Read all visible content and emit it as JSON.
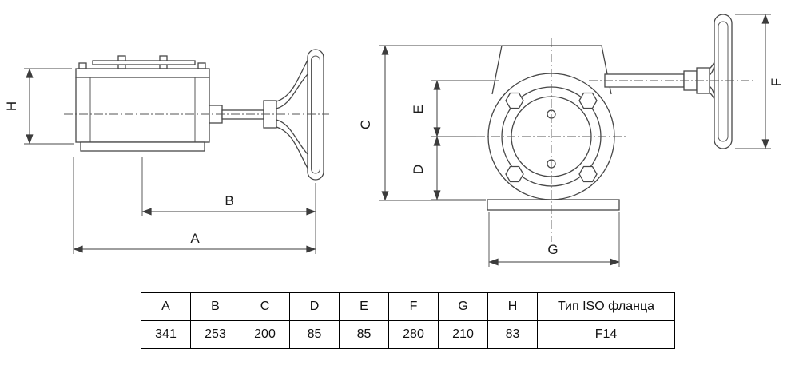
{
  "drawing": {
    "dim_labels": {
      "A": "A",
      "B": "B",
      "C": "C",
      "D": "D",
      "E": "E",
      "F": "F",
      "G": "G",
      "H": "H"
    }
  },
  "table": {
    "headers": [
      "A",
      "B",
      "C",
      "D",
      "E",
      "F",
      "G",
      "H",
      "Тип ISO фланца"
    ],
    "values": [
      "341",
      "253",
      "200",
      "85",
      "85",
      "280",
      "210",
      "83",
      "F14"
    ]
  }
}
